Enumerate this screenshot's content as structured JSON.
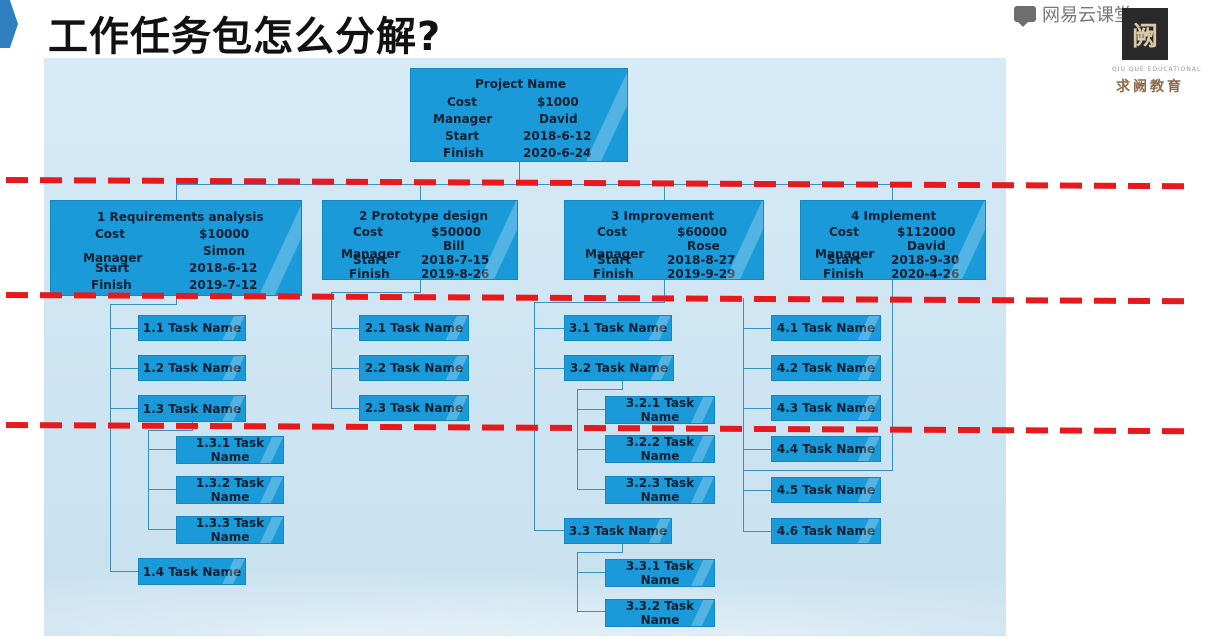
{
  "slide": {
    "title": "工作任务包怎么分解?"
  },
  "brand": {
    "netease": "网易云课堂",
    "logo_glyph": "阙",
    "en": "QIU QUE EDUCATIONAL",
    "cn": "求阙教育"
  },
  "colors": {
    "box_fill": "#1a9ad8",
    "connector": "#3d8fc0",
    "dashed_line": "#e8191d",
    "canvas": "#d6ebf6"
  },
  "wbs": {
    "root": {
      "name": "Project Name",
      "cost_label": "Cost",
      "cost": "$1000",
      "manager_label": "Manager",
      "manager": "David",
      "start_label": "Start",
      "start": "2018-6-12",
      "finish_label": "Finish",
      "finish": "2020-6-24"
    },
    "phases": [
      {
        "name": "1 Requirements analysis",
        "cost_label": "Cost",
        "cost": "$10000",
        "manager_label": "Manager",
        "manager": "Simon",
        "start_label": "Start",
        "start": "2018-6-12",
        "finish_label": "Finish",
        "finish": "2019-7-12"
      },
      {
        "name": "2 Prototype design",
        "cost_label": "Cost",
        "cost": "$50000",
        "manager_label": "Manager",
        "manager": "Bill",
        "start_label": "Start",
        "start": "2018-7-15",
        "finish_label": "Finish",
        "finish": "2019-8-26"
      },
      {
        "name": "3  Improvement",
        "cost_label": "Cost",
        "cost": "$60000",
        "manager_label": "Manager",
        "manager": "Rose",
        "start_label": "Start",
        "start": "2018-8-27",
        "finish_label": "Finish",
        "finish": "2019-9-29"
      },
      {
        "name": "4 Implement",
        "cost_label": "Cost",
        "cost": "$112000",
        "manager_label": "Manager",
        "manager": "David",
        "start_label": "Start",
        "start": "2018-9-30",
        "finish_label": "Finish",
        "finish": "2020-4-26"
      }
    ],
    "tasks": {
      "t1_1": "1.1 Task Name",
      "t1_2": "1.2 Task Name",
      "t1_3": "1.3 Task Name",
      "t1_3_1": "1.3.1 Task Name",
      "t1_3_2": "1.3.2 Task Name",
      "t1_3_3": "1.3.3 Task Name",
      "t1_4": "1.4 Task Name",
      "t2_1": "2.1 Task Name",
      "t2_2": "2.2 Task Name",
      "t2_3": "2.3 Task Name",
      "t3_1": "3.1 Task Name",
      "t3_2": "3.2 Task Name",
      "t3_2_1": "3.2.1 Task Name",
      "t3_2_2": "3.2.2 Task Name",
      "t3_2_3": "3.2.3 Task Name",
      "t3_3": "3.3 Task Name",
      "t3_3_1": "3.3.1 Task Name",
      "t3_3_2": "3.3.2 Task Name",
      "t4_1": "4.1 Task Name",
      "t4_2": "4.2 Task Name",
      "t4_3": "4.3 Task Name",
      "t4_4": "4.4 Task Name",
      "t4_5": "4.5 Task Name",
      "t4_6": "4.6 Task Name"
    }
  }
}
